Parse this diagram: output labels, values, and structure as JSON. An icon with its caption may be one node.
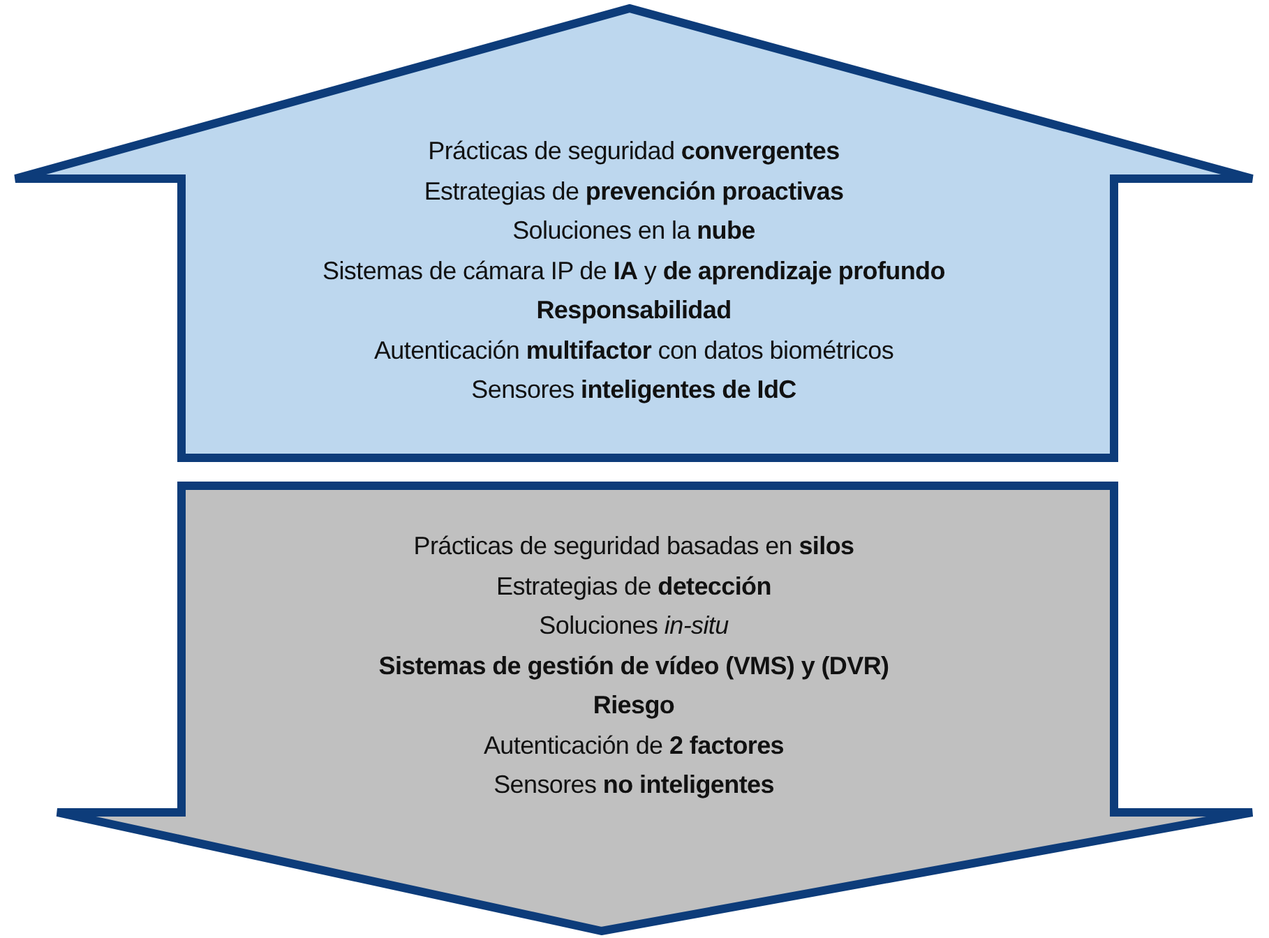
{
  "diagram": {
    "nodes": [
      {
        "text": [
          "Prácticas de seguridad **convergentes**",
          "Estrategias de **prevención proactivas**",
          "Soluciones en la **nube**",
          "Sistemas de cámara IP de **IA** y **de aprendizaje profundo**",
          "Responsabilidad",
          "Autenticación **multifactor** con datos biométricos",
          "Sensores **inteligentes de IdC**"
        ]
      },
      {
        "text": [
          "Prácticas de seguridad basadas en **silos**",
          "Estrategias de **detección**",
          "Soluciones *in-situ*",
          "Sistemas de gestión de vídeo (VMS) y (DVR)",
          "Riesgo",
          "Autenticación de **2 factores**",
          "Sensores **no inteligentes**"
        ]
      }
    ]
  }
}
